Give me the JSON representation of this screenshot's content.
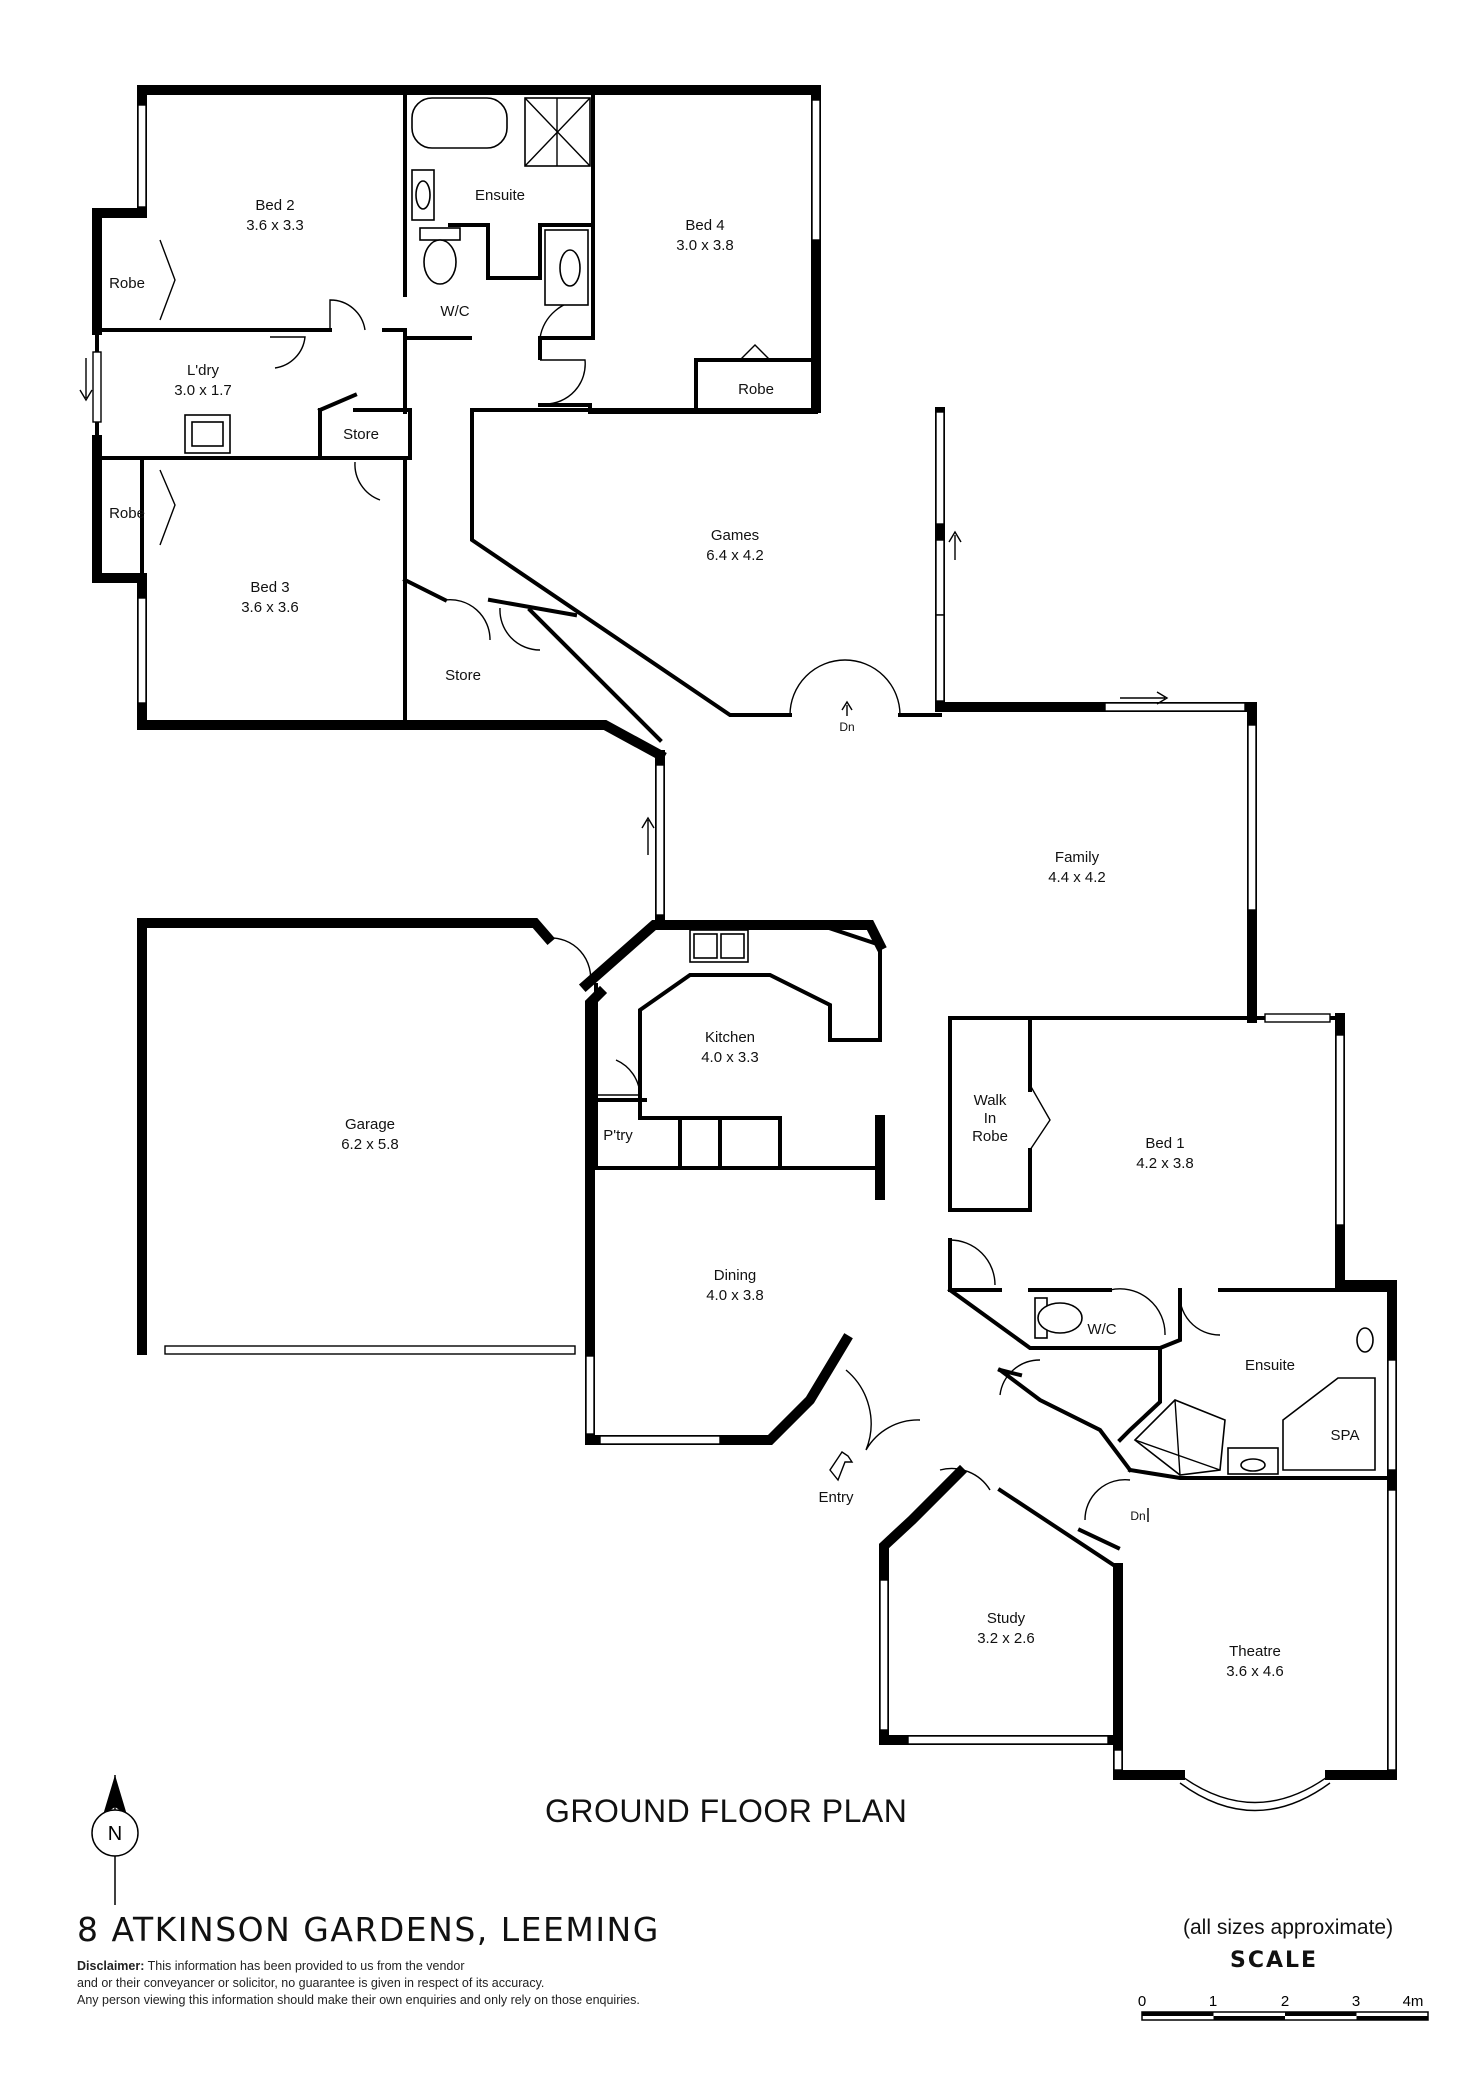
{
  "plan_title": "GROUND FLOOR PLAN",
  "address": "8 ATKINSON GARDENS, LEEMING",
  "disclaimer": {
    "label": "Disclaimer:",
    "line1": "This information has been provided to us from the vendor",
    "line2": "and or their conveyancer or solicitor, no guarantee is given in respect of its accuracy.",
    "line3": "Any person viewing this information should make their own enquiries and only rely on those enquiries."
  },
  "sizes_note": "(all sizes approximate)",
  "scale": {
    "title": "SCALE",
    "ticks": [
      "0",
      "1",
      "2",
      "3",
      "4m"
    ]
  },
  "compass": {
    "letter": "N"
  },
  "rooms": {
    "bed2": {
      "name": "Bed 2",
      "size": "3.6 x 3.3"
    },
    "bed4": {
      "name": "Bed 4",
      "size": "3.0 x 3.8"
    },
    "ensuite_upper": {
      "name": "Ensuite"
    },
    "wc_upper": {
      "name": "W/C"
    },
    "robe_bed2": {
      "name": "Robe"
    },
    "robe_bed3": {
      "name": "Robe"
    },
    "robe_bed4": {
      "name": "Robe"
    },
    "laundry": {
      "name": "L'dry",
      "size": "3.0 x 1.7"
    },
    "store_laundry": {
      "name": "Store"
    },
    "bed3": {
      "name": "Bed 3",
      "size": "3.6 x 3.6"
    },
    "store_hall": {
      "name": "Store"
    },
    "games": {
      "name": "Games",
      "size": "6.4 x 4.2"
    },
    "games_step": {
      "name": "Dn"
    },
    "family": {
      "name": "Family",
      "size": "4.4 x 4.2"
    },
    "kitchen": {
      "name": "Kitchen",
      "size": "4.0 x 3.3"
    },
    "pantry": {
      "name": "P'try"
    },
    "garage": {
      "name": "Garage",
      "size": "6.2 x 5.8"
    },
    "walkin": {
      "line1": "Walk",
      "line2": "In",
      "line3": "Robe"
    },
    "bed1": {
      "name": "Bed 1",
      "size": "4.2 x 3.8"
    },
    "dining": {
      "name": "Dining",
      "size": "4.0 x 3.8"
    },
    "wc_lower": {
      "name": "W/C"
    },
    "ensuite_lower": {
      "name": "Ensuite"
    },
    "spa": {
      "name": "SPA"
    },
    "entry": {
      "name": "Entry"
    },
    "theatre_step": {
      "name": "Dn"
    },
    "study": {
      "name": "Study",
      "size": "3.2 x 2.6"
    },
    "theatre": {
      "name": "Theatre",
      "size": "3.6 x 4.6"
    }
  }
}
